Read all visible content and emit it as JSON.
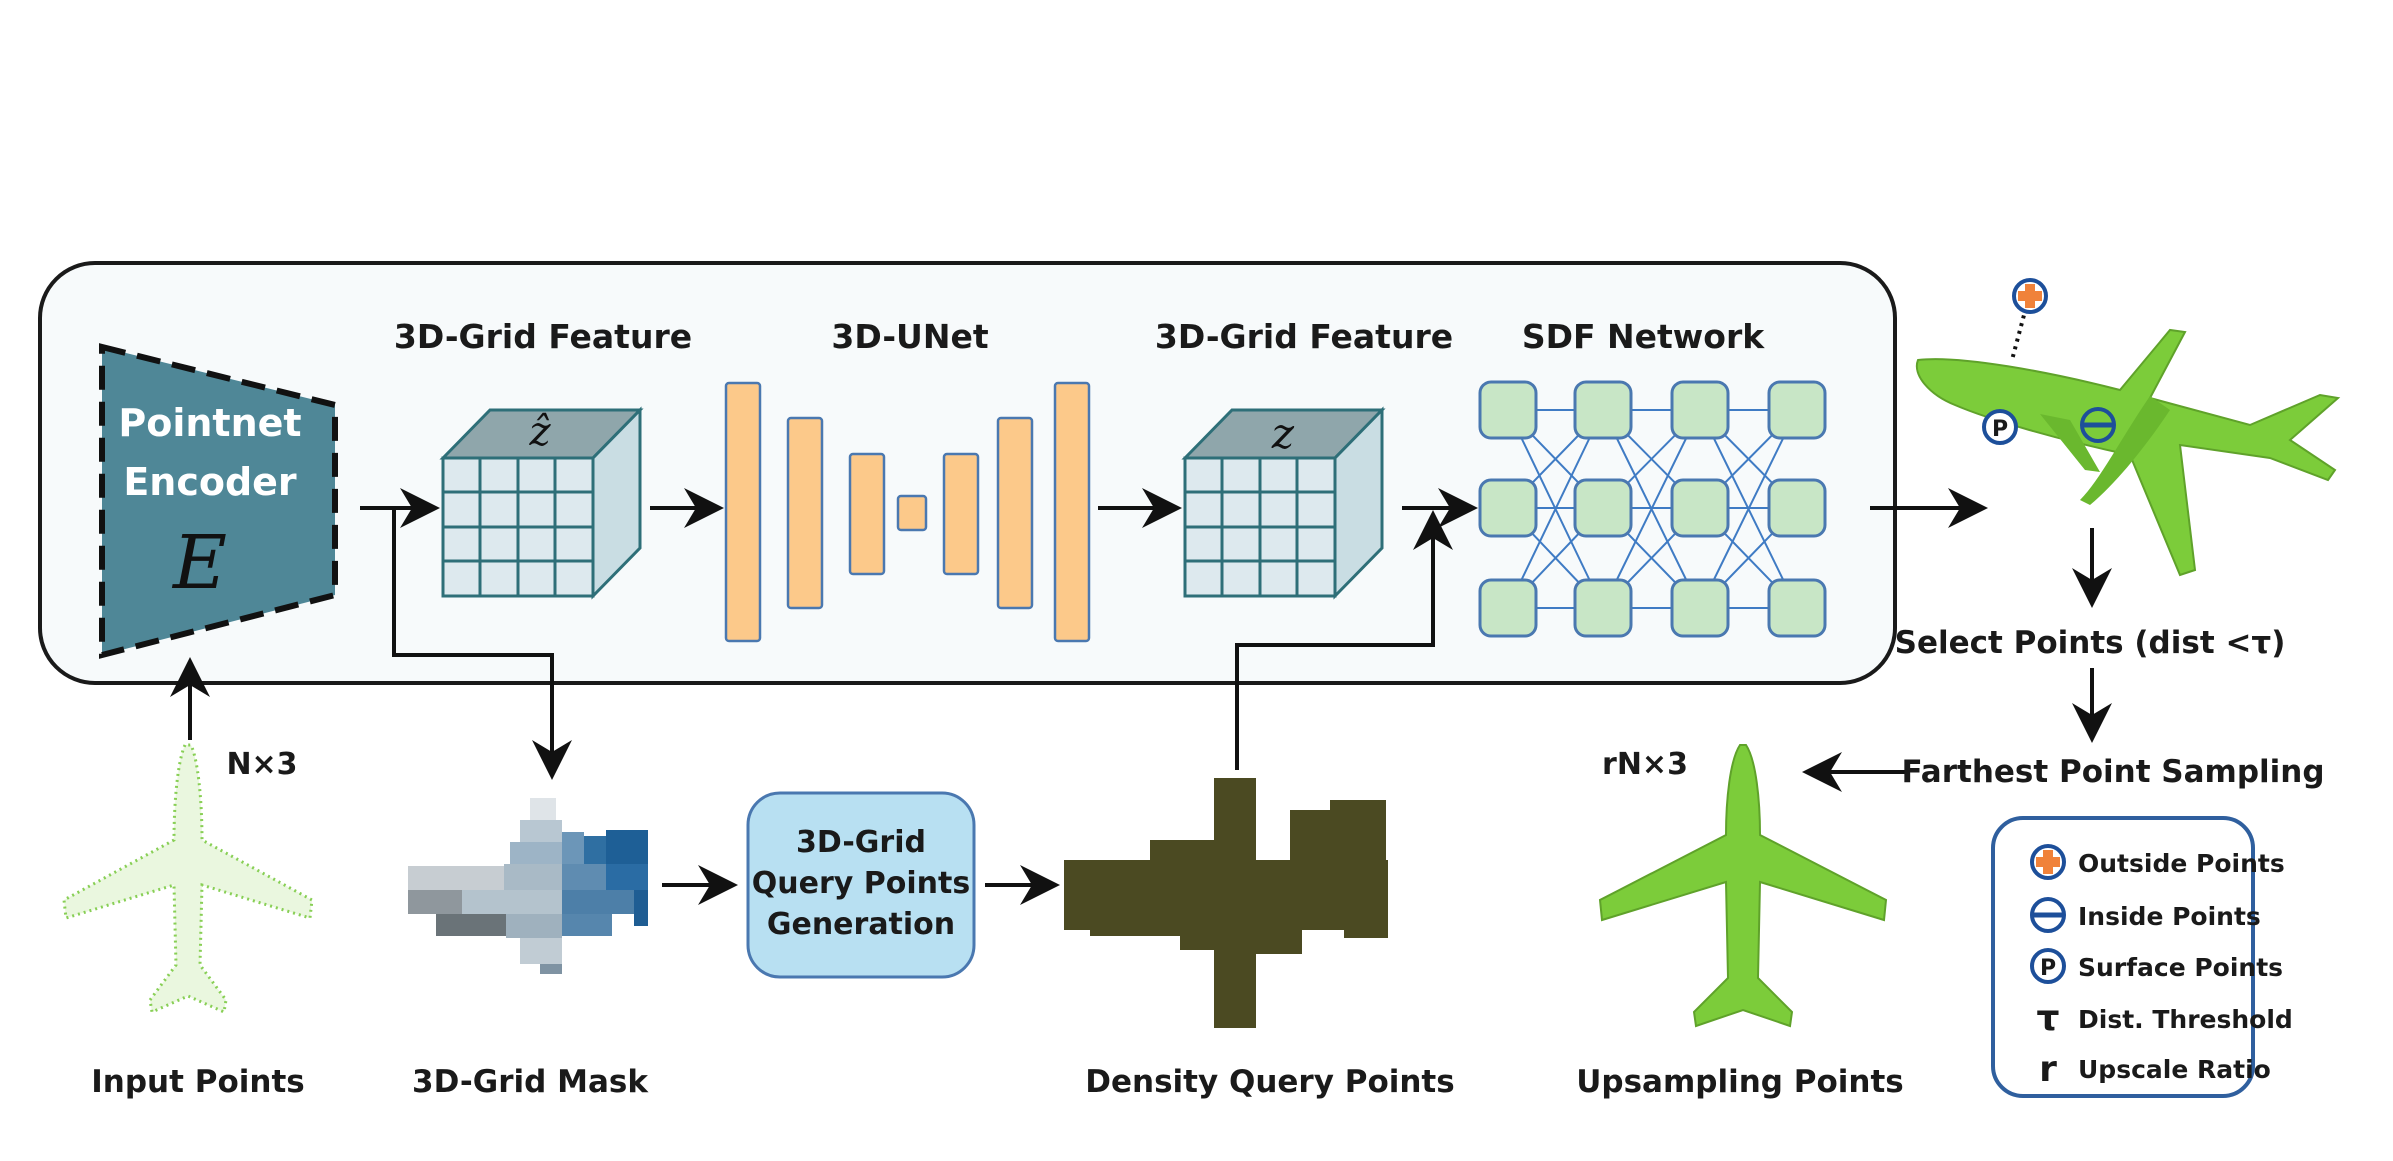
{
  "labels": {
    "encoder_line1": "Pointnet",
    "encoder_line2": "Encoder",
    "encoder_symbol": "E",
    "grid_feature_in": "3D-Grid Feature",
    "unet": "3D-UNet",
    "grid_feature_out": "3D-Grid Feature",
    "sdf_network": "SDF Network",
    "z_hat": "ẑ",
    "z": "z",
    "select_points": "Select Points (dist <τ)",
    "farthest_point_sampling": "Farthest Point Sampling",
    "n3": "N×3",
    "rn3": "rN×3",
    "query_gen_line1": "3D-Grid",
    "query_gen_line2": "Query Points",
    "query_gen_line3": "Generation",
    "input_points": "Input Points",
    "grid_mask": "3D-Grid Mask",
    "density_query_points": "Density Query Points",
    "upsampling_points": "Upsampling Points",
    "marker_p": "P"
  },
  "legend": {
    "items": [
      {
        "symbol": "plus-circle",
        "label": "Outside Points"
      },
      {
        "symbol": "minus-circle",
        "label": "Inside Points"
      },
      {
        "symbol": "p-circle",
        "label": "Surface Points"
      },
      {
        "symbol": "τ",
        "label": "Dist. Threshold"
      },
      {
        "symbol": "r",
        "label": "Upscale Ratio"
      }
    ]
  },
  "colors": {
    "encoder": "#4f8797",
    "grid_front": "#dde9ee",
    "grid_top": "#8fa6ab",
    "grid_line": "#2e6f78",
    "unet_fill": "#fcc98a",
    "unet_stroke": "#4a78b0",
    "sdf_node_fill": "#c8e6c6",
    "sdf_node_stroke": "#4a78b0",
    "sdf_edge": "#3f7bc4",
    "query_box_fill": "#b8e0f2",
    "query_box_stroke": "#4a78b0",
    "airplane_green": "#7ccc3a",
    "density_olive": "#4b4a22",
    "outside_orange": "#f0823a",
    "marker_blue": "#1d4f9a",
    "legend_stroke": "#2f5f9e"
  }
}
